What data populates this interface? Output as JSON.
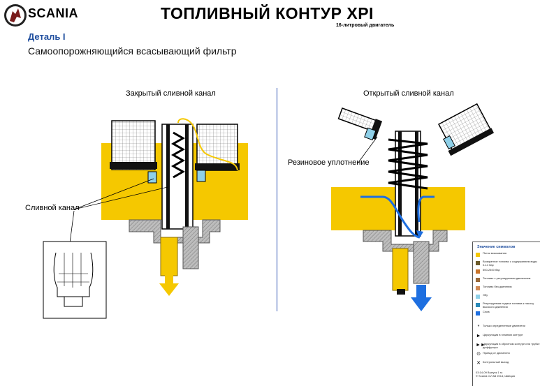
{
  "header": {
    "brand": "SCANIA",
    "title": "ТОПЛИВНЫЙ КОНТУР XPI",
    "subtitle": "16-литровый двигатель"
  },
  "section": {
    "detail": "Деталь I",
    "caption": "Самоопорожняющийся всасывающий фильтр"
  },
  "diagram": {
    "closed_label": "Закрытый сливной канал",
    "open_label": "Открытый сливной канал",
    "drain_label": "Сливной канал",
    "seal_label": "Резиновое уплотнение"
  },
  "colors": {
    "fuel_yellow": "#f5c800",
    "flow_blue": "#1e6fe0",
    "seal_cyan": "#8fd0e8",
    "metal_grey": "#c9c9c9",
    "accent_blue": "#1f4e9e"
  },
  "legend": {
    "title": "Значение символов",
    "items": [
      {
        "color": "#f5c800",
        "text": "Поток всасывания"
      },
      {
        "color": "#6b5a2a",
        "text": "Возвратное топливо с содержанием воды 0-14 бар"
      },
      {
        "color": "#c8742a",
        "text": "500-2400 бар"
      },
      {
        "color": "#9a6a3a",
        "text": "Топливо с регулируемым давлением"
      },
      {
        "color": "#d08a55",
        "text": "Топливо без давления"
      },
      {
        "color": "#8fd0e8",
        "text": "Эбу"
      },
      {
        "color": "#2b8ab8",
        "text": "Регулируемая подача топлива к насосу высокого давления"
      },
      {
        "color": "#1e6fe0",
        "text": "Слив"
      }
    ],
    "notes": [
      {
        "symbol": "*",
        "text": "Только определенные двигатели"
      },
      {
        "symbol": "►",
        "text": "Циркуляция в главном контуре"
      },
      {
        "symbol": "►►",
        "text": "Циркуляция в обратном контуре или трубке диффузора"
      },
      {
        "symbol": "⊙",
        "text": "Привод от двигателя"
      },
      {
        "symbol": "✕",
        "text": "Контрольный выход"
      }
    ],
    "footer_line1": "03:14-09   Выпуск 1   ru",
    "footer_line2": "© Scania CV AB 2014, Швеция"
  }
}
